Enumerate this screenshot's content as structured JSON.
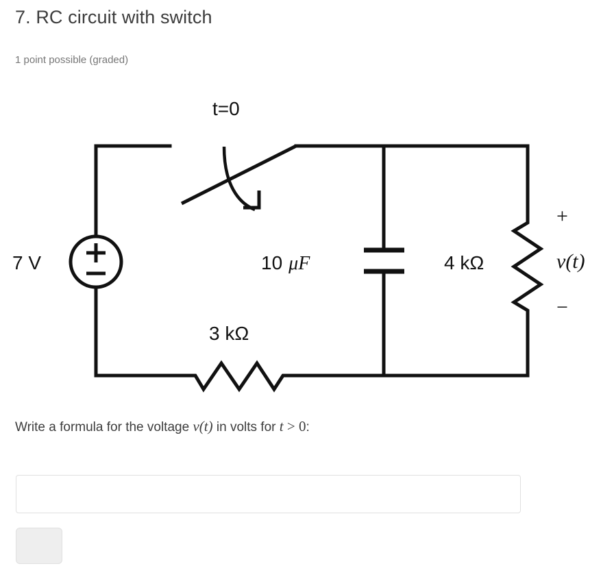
{
  "problem": {
    "title": "7. RC circuit with switch",
    "points_label": "1 point possible (graded)",
    "prompt_prefix": "Write a formula for the voltage ",
    "prompt_math_1": "v(t)",
    "prompt_middle": " in volts for ",
    "prompt_math_2": "t",
    "prompt_op": " > ",
    "prompt_math_3": "0",
    "prompt_suffix": ":"
  },
  "circuit": {
    "switch_label": "t=0",
    "source_label": "7 V",
    "source_plus": "+",
    "source_minus": "−",
    "capacitor_label": "10 μF",
    "capacitor_value": "10",
    "capacitor_unit": "μF",
    "resistor_series_label": "3 kΩ",
    "resistor_load_label": "4 kΩ",
    "voltage_plus": "+",
    "voltage_minus": "−",
    "voltage_label": "v(t)"
  },
  "answer": {
    "value": "",
    "placeholder": "",
    "submit_label": ""
  },
  "colors": {
    "text": "#3c3c3c",
    "muted": "#767676",
    "wire": "#111111",
    "input_border": "#e0e0e0",
    "button_bg": "#eeeeee",
    "background": "#ffffff"
  }
}
